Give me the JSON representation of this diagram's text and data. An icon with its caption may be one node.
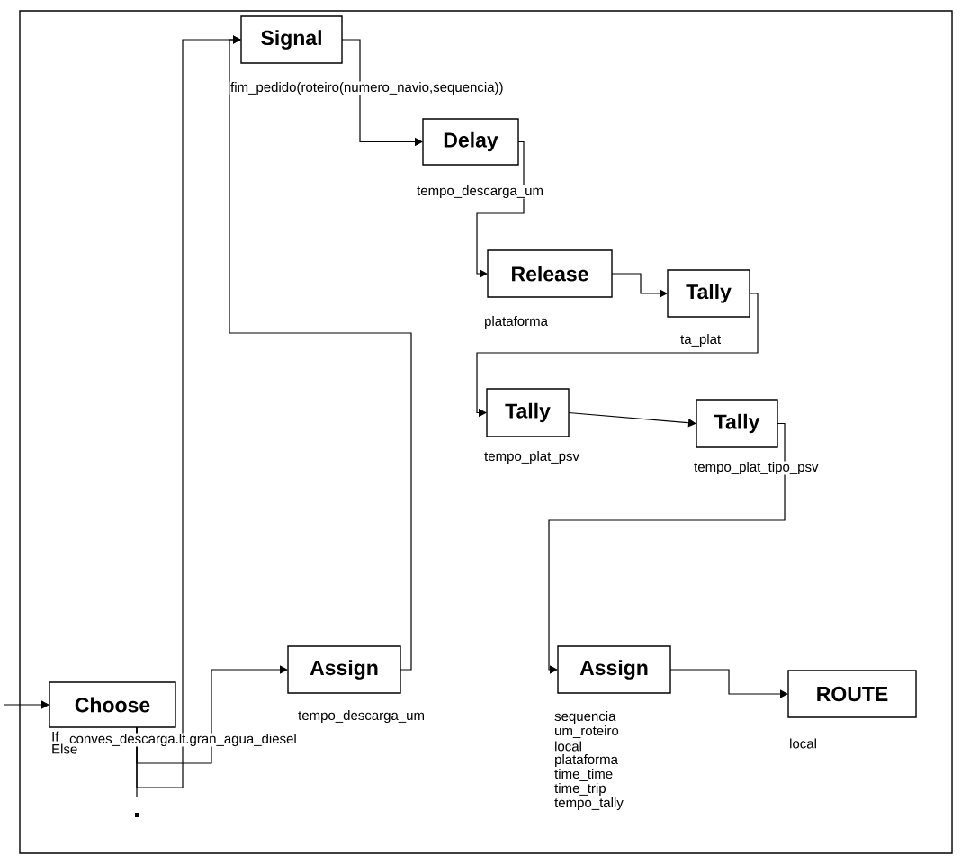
{
  "diagram": {
    "nodes": [
      {
        "text": [
          "Signal"
        ],
        "beside": [
          "fim_pedido(roteiro(numero_navio,sequencia))"
        ]
      },
      {
        "text": [
          "Delay"
        ],
        "beside": [
          "tempo_descarga_um"
        ]
      },
      {
        "text": [
          "Release"
        ],
        "beside": [
          "plataforma"
        ]
      },
      {
        "text": [
          "Tally"
        ],
        "beside": [
          "ta_plat"
        ]
      },
      {
        "text": [
          "Tally"
        ],
        "beside": [
          "tempo_plat_psv"
        ]
      },
      {
        "text": [
          "Tally"
        ],
        "beside": [
          "tempo_plat_tipo_psv"
        ]
      },
      {
        "text": [
          "Assign"
        ],
        "beside": [
          "tempo_descarga_um"
        ]
      },
      {
        "text": [
          "Assign"
        ],
        "beside": [
          "sequencia",
          "um_roteiro",
          "local",
          "plataforma",
          "time_time",
          "time_trip",
          "tempo_tally"
        ]
      },
      {
        "text": [
          "ROUTE"
        ],
        "beside": [
          "local"
        ]
      },
      {
        "text": [
          "Choose"
        ],
        "beside": [
          "If",
          "Else",
          "conves_descarga.lt.gran_agua_diesel"
        ]
      }
    ],
    "edges": [
      {
        "from": 0,
        "to": 1,
        "arrow": "to"
      },
      {
        "from": 1,
        "to": 2,
        "arrow": "to"
      },
      {
        "from": 2,
        "to": 3,
        "arrow": "to"
      },
      {
        "from": 3,
        "to": 4,
        "arrow": "to"
      },
      {
        "from": 4,
        "to": 5,
        "arrow": "to"
      },
      {
        "from": 5,
        "to": 7,
        "arrow": "to"
      },
      {
        "from": 7,
        "to": 8,
        "arrow": "to"
      },
      {
        "from": 9,
        "to": 6,
        "arrow": "to"
      },
      {
        "from": 9,
        "to": 0,
        "arrow": "to"
      },
      {
        "from": 6,
        "to": 0,
        "arrow": "to"
      },
      {
        "from": null,
        "to": 9,
        "arrow": "to"
      }
    ]
  }
}
